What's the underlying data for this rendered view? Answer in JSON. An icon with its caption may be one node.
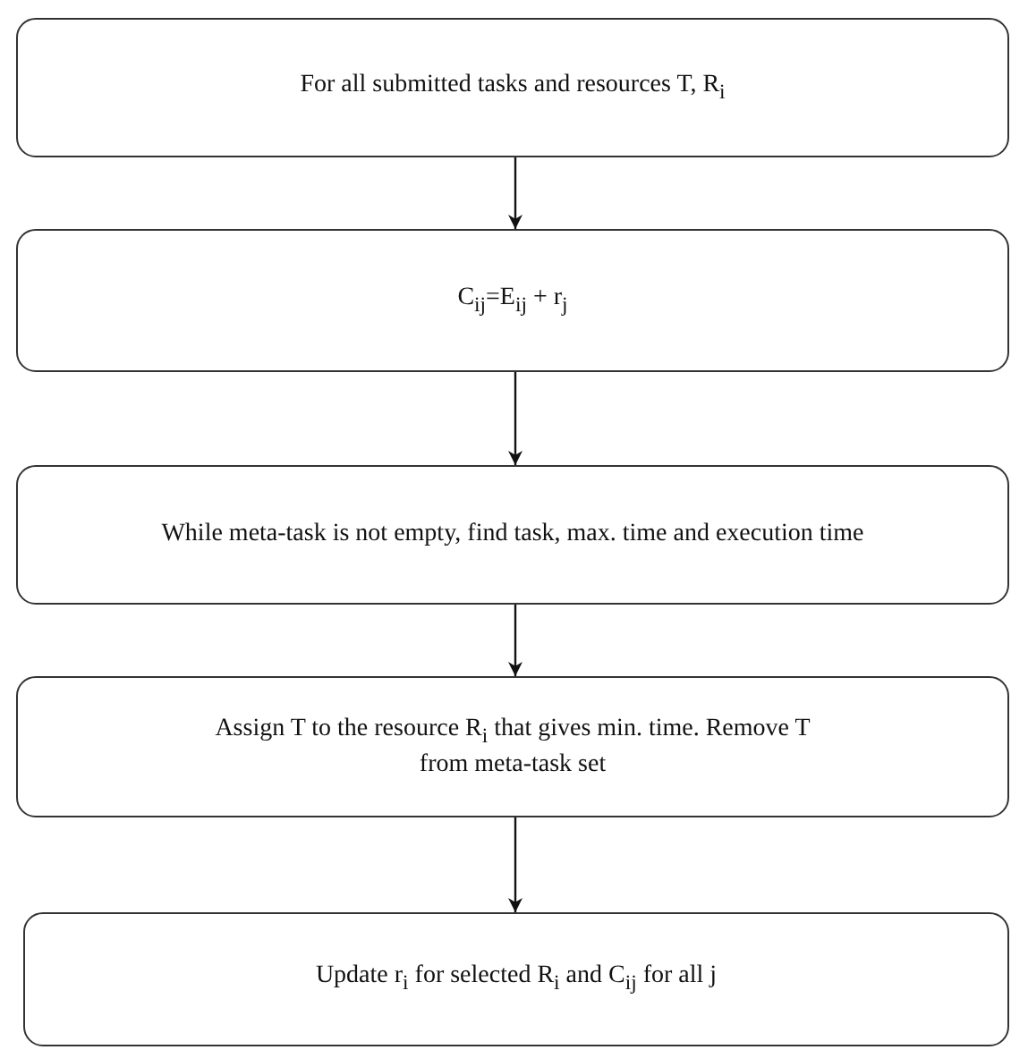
{
  "diagram": {
    "nodes": [
      {
        "text": [
          "For all submitted tasks and resources T, R$_{i}$"
        ]
      },
      {
        "text": [
          "C$_{ij}$=E$_{ij}$ + r$_{j}$"
        ]
      },
      {
        "text": [
          "While meta-task is not empty, find task, max. time and execution time"
        ]
      },
      {
        "text": [
          "Assign T to the resource R$_{i}$ that gives min. time. Remove T from meta-task set"
        ]
      },
      {
        "text": [
          "Update r$_{i}$ for selected R$_{i}$ and C$_{ij}$ for all j"
        ]
      }
    ],
    "edges": [
      {
        "from": 0,
        "to": 1,
        "arrow": "to"
      },
      {
        "from": 1,
        "to": 2,
        "arrow": "to"
      },
      {
        "from": 2,
        "to": 3,
        "arrow": "to"
      },
      {
        "from": 3,
        "to": 4,
        "arrow": "to"
      }
    ]
  }
}
